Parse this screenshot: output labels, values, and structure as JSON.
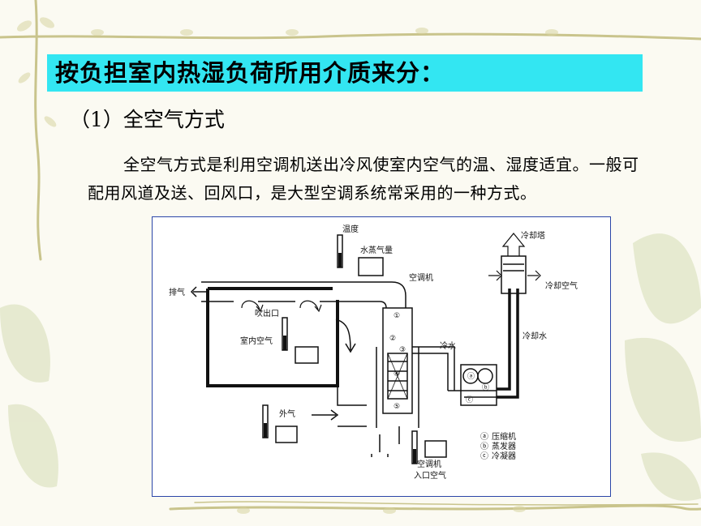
{
  "slide": {
    "title": "按负担室内热湿负荷所用介质来分：",
    "subtitle": "（1）全空气方式",
    "paragraph": "全空气方式是利用空调机送出冷风使室内空气的温、湿度适宜。一般可配用风道及送、回风口，是大型空调系统常采用的一种方式。"
  },
  "diagram": {
    "labels": {
      "temperature": "温度",
      "water_vapor": "水蒸气量",
      "exhaust": "排气",
      "supply_outlet": "吹出口",
      "indoor_air": "室内空气",
      "outdoor_air": "外气",
      "air_handler": "空调机",
      "air_handler_inlet_line1": "空调机",
      "air_handler_inlet_line2": "入口空气",
      "chilled_water": "冷水",
      "cooling_tower": "冷却塔",
      "cooling_air": "冷却空气",
      "cooling_water": "冷却水"
    },
    "legend": [
      {
        "mark": "ⓐ",
        "text": "压缩机"
      },
      {
        "mark": "ⓑ",
        "text": "蒸发器"
      },
      {
        "mark": "ⓒ",
        "text": "冷凝器"
      }
    ],
    "component_numbers": [
      "①",
      "②",
      "③",
      "④",
      "⑤"
    ],
    "unit_marks": {
      "a": "ⓐ",
      "b": "ⓑ",
      "c": "ⓒ"
    }
  }
}
